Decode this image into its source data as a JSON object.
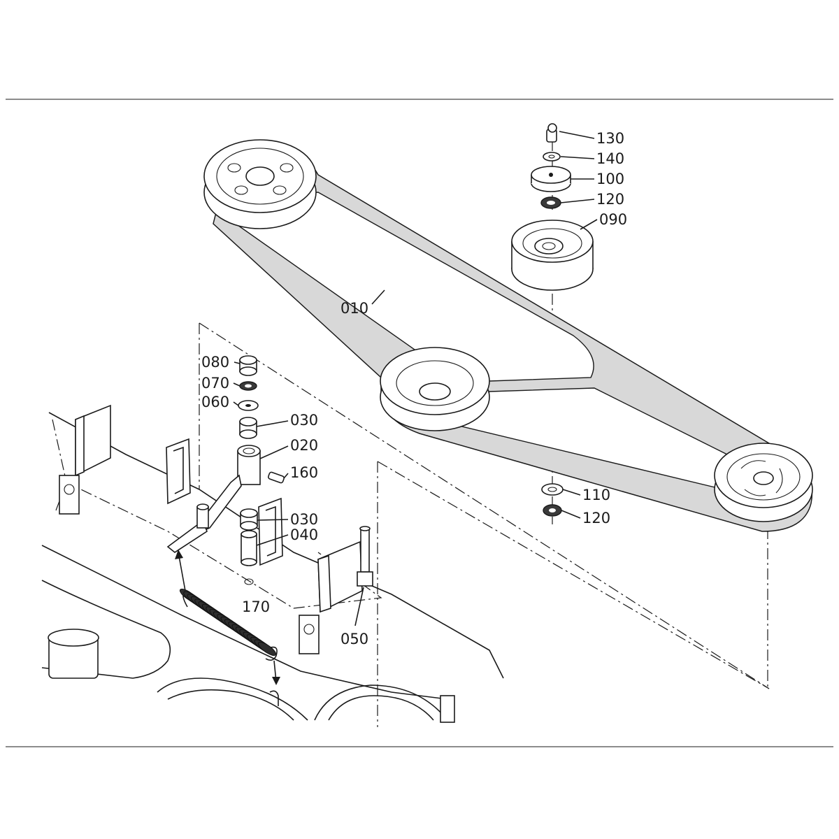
{
  "diagram": {
    "labels": {
      "p010": "010",
      "p020": "020",
      "p030a": "030",
      "p030b": "030",
      "p040": "040",
      "p050": "050",
      "p060": "060",
      "p070": "070",
      "p080": "080",
      "p090": "090",
      "p100": "100",
      "p110": "110",
      "p120a": "120",
      "p120b": "120",
      "p130": "130",
      "p140": "140",
      "p160": "160",
      "p170": "170"
    }
  }
}
